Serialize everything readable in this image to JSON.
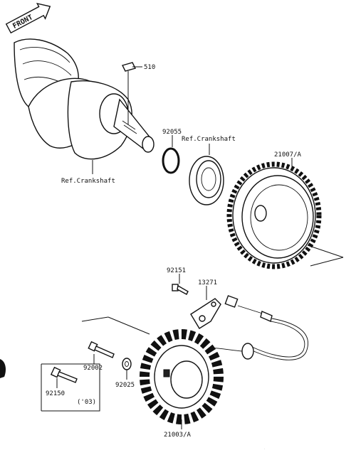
{
  "orientation": {
    "front_label": "FRONT"
  },
  "parts": {
    "p510": "510",
    "p92055": "92055",
    "ref_crankshaft_upper": "Ref.Crankshaft",
    "ref_crankshaft_lower": "Ref.Crankshaft",
    "p21007": "21007/A",
    "p92151": "92151",
    "p13271": "13271",
    "p92002": "92002",
    "p92025": "92025",
    "p92150": "92150",
    "p92150_note": "('03)",
    "p21003": "21003/A"
  }
}
